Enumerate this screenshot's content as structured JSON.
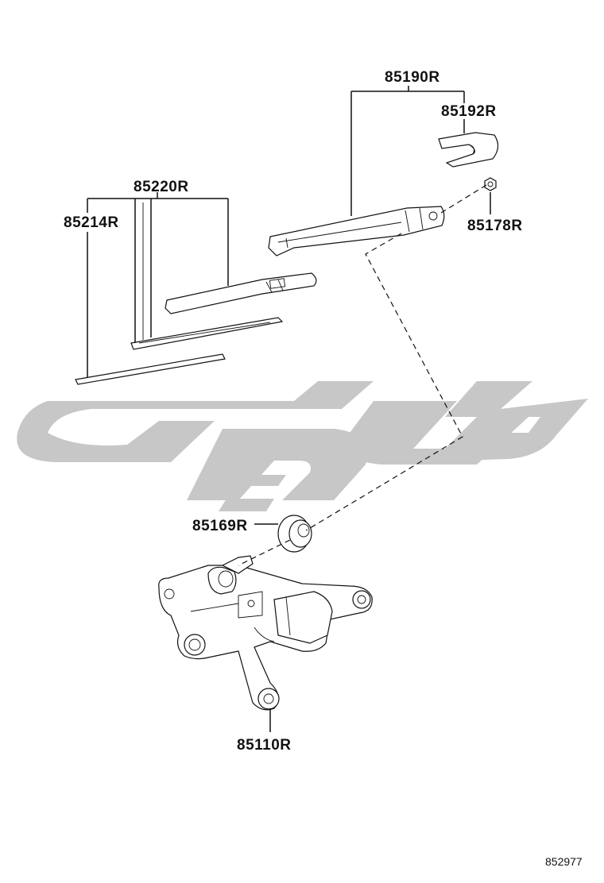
{
  "parts": {
    "arm_assembly": "85190R",
    "arm_cap": "85192R",
    "nut": "85178R",
    "blade_assembly": "85220R",
    "blade_rubber": "85214R",
    "grommet": "85169R",
    "motor": "85110R"
  },
  "figure_number": "852977",
  "watermark_text": "تويوتا",
  "colors": {
    "line": "#111111",
    "watermark": "#c7c7c7"
  }
}
